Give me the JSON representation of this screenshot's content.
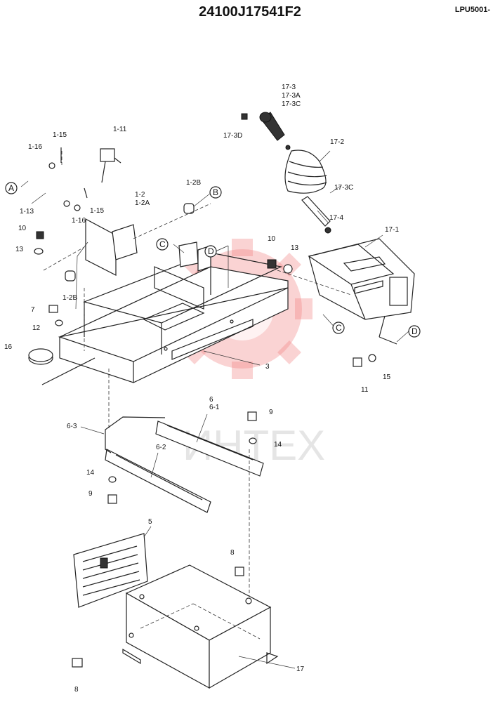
{
  "header": {
    "title": "24100J17541F2",
    "code": "LPU5001-"
  },
  "watermark": {
    "text": "ИНТЕХ",
    "color": "#f08080"
  },
  "circle_refs": [
    "A",
    "B",
    "C",
    "D",
    "C",
    "D"
  ],
  "labels": {
    "l_1_15a": "1-15",
    "l_1_16a": "1-16",
    "l_1_11": "1-11",
    "l_1_2": "1-2",
    "l_1_2A": "1-2A",
    "l_1_2B_top": "1-2B",
    "l_1_13": "1-13",
    "l_1_15b": "1-15",
    "l_1_16b": "1-16",
    "l_10a": "10",
    "l_13a": "13",
    "l_1_2B_bot": "1-2B",
    "l_7": "7",
    "l_12": "12",
    "l_16": "16",
    "l_3": "3",
    "l_17_3": "17-3",
    "l_17_3A": "17-3A",
    "l_17_3C_top": "17-3C",
    "l_17_3D": "17-3D",
    "l_17_2": "17-2",
    "l_17_3C": "17-3C",
    "l_17_4": "17-4",
    "l_17_1": "17-1",
    "l_10b": "10",
    "l_13b": "13",
    "l_11": "11",
    "l_15": "15",
    "l_6": "6",
    "l_6_1": "6-1",
    "l_6_3": "6-3",
    "l_6_2": "6-2",
    "l_9a": "9",
    "l_14a": "14",
    "l_14b": "14",
    "l_9b": "9",
    "l_5": "5",
    "l_8a": "8",
    "l_8b": "8",
    "l_17": "17"
  }
}
